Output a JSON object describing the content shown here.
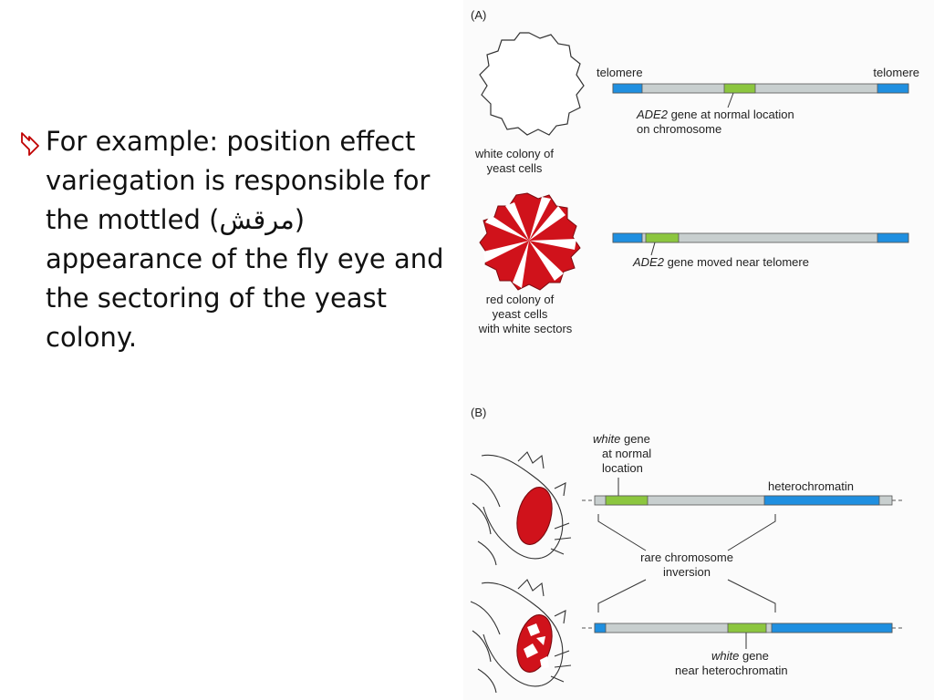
{
  "bullet": {
    "text": "For example: position effect variegation is responsible for the mottled (مرقش) appearance of the fly eye and the sectoring of the yeast colony.",
    "arrow_color": "#c00000"
  },
  "figure": {
    "panel_a": {
      "label": "(A)",
      "telomere_left": "telomere",
      "telomere_right": "telomere",
      "white_colony_line1": "white colony of",
      "white_colony_line2": "yeast cells",
      "red_colony_line1": "red colony of",
      "red_colony_line2": "yeast cells",
      "red_colony_line3": "with white sectors",
      "gene1_italic": "ADE2",
      "gene1_rest": " gene at normal location",
      "gene1_line2": "on chromosome",
      "gene2_italic": "ADE2",
      "gene2_rest": " gene moved near telomere"
    },
    "panel_b": {
      "label": "(B)",
      "white_italic": "white",
      "white_rest": " gene",
      "white_line2": "at normal",
      "white_line3": "location",
      "heterochromatin": "heterochromatin",
      "inversion_line1": "rare chromosome",
      "inversion_line2": "inversion",
      "near_italic": "white",
      "near_rest": " gene",
      "near_line2": "near heterochromatin"
    },
    "colors": {
      "telomere": "#1f8fe0",
      "gene": "#8cc63f",
      "chromosome": "#c8cfcf",
      "red": "#d0121b",
      "heterochromatin": "#1f8fe0"
    }
  }
}
